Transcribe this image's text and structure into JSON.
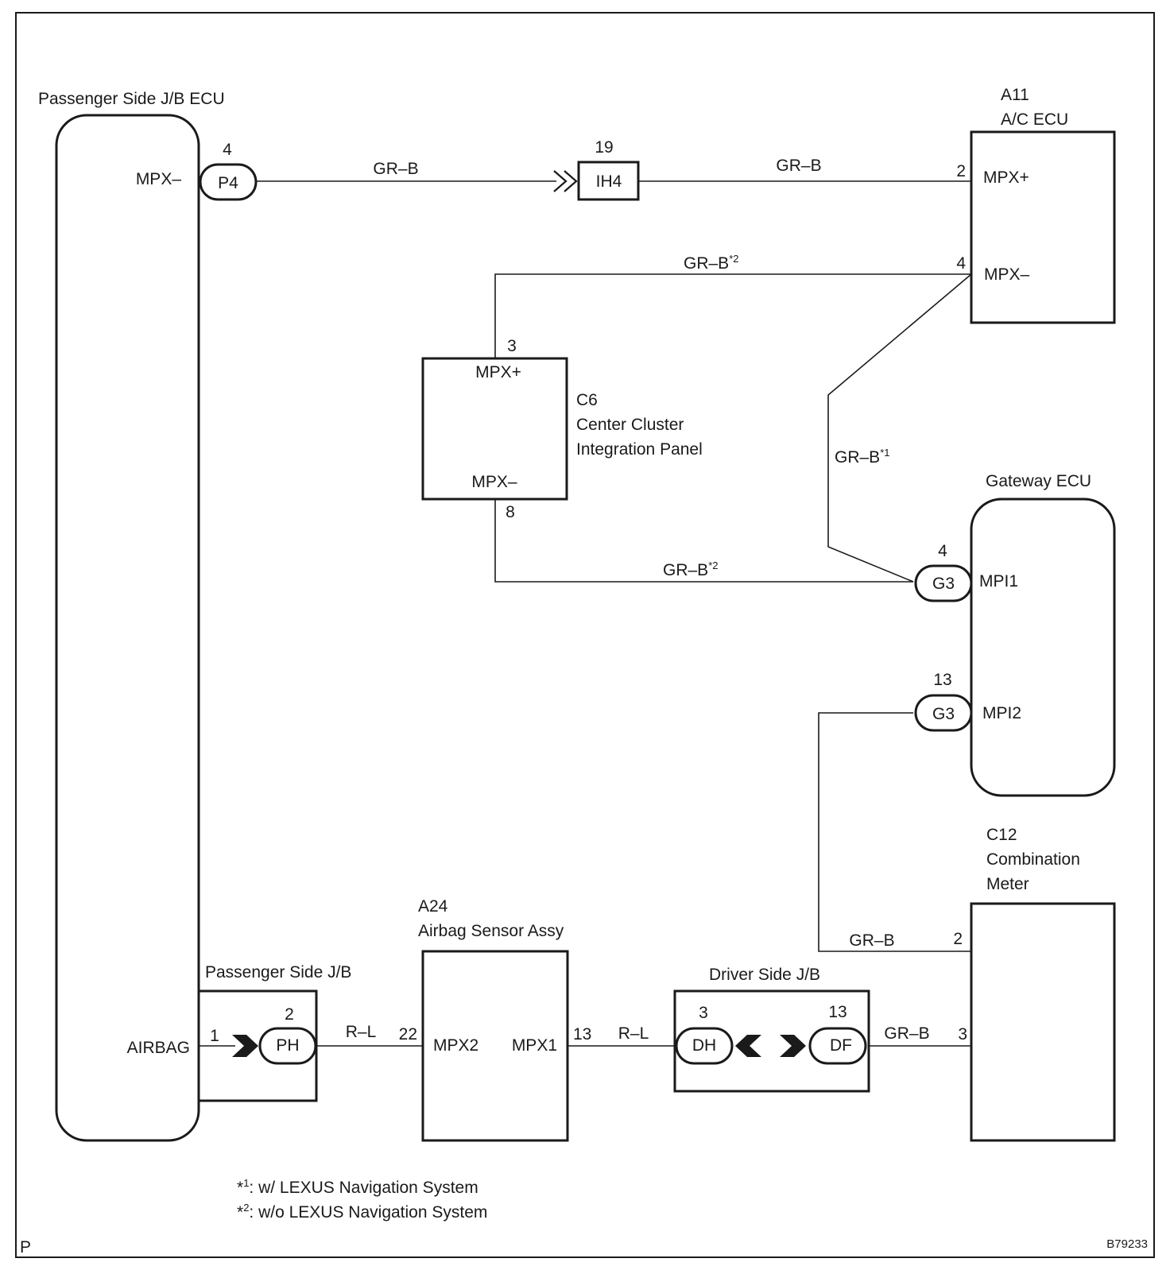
{
  "components": {
    "passenger_jb_ecu": {
      "name": "Passenger Side J/B ECU",
      "mpx_minus": "MPX–",
      "airbag": "AIRBAG"
    },
    "ac_ecu": {
      "code": "A11",
      "name": "A/C ECU",
      "mpx_plus": "MPX+",
      "mpx_minus": "MPX–",
      "pin_mpx_plus": "2",
      "pin_mpx_minus": "4"
    },
    "center_cluster": {
      "code": "C6",
      "name_line1": "Center Cluster",
      "name_line2": "Integration Panel",
      "mpx_plus": "MPX+",
      "mpx_minus": "MPX–",
      "pin_top": "3",
      "pin_bottom": "8"
    },
    "gateway_ecu": {
      "name": "Gateway ECU",
      "mpi1": "MPI1",
      "mpi2": "MPI2"
    },
    "combination_meter": {
      "code": "C12",
      "name_line1": "Combination",
      "name_line2": "Meter",
      "pin_top": "2",
      "pin_bottom": "3"
    },
    "airbag_sensor": {
      "code": "A24",
      "name": "Airbag Sensor Assy",
      "mpx2": "MPX2",
      "mpx1": "MPX1",
      "pin_left": "22",
      "pin_right": "13"
    },
    "passenger_jb": {
      "name": "Passenger Side J/B"
    },
    "driver_jb": {
      "name": "Driver Side J/B"
    }
  },
  "connectors": {
    "p4": {
      "label": "P4",
      "pin": "4"
    },
    "ih4": {
      "label": "IH4",
      "pin": "19"
    },
    "g3_top": {
      "label": "G3",
      "pin": "4"
    },
    "g3_bottom": {
      "label": "G3",
      "pin": "13"
    },
    "ph": {
      "label": "PH",
      "pin": "2",
      "pin_in": "1"
    },
    "dh": {
      "label": "DH",
      "pin": "3"
    },
    "df": {
      "label": "DF",
      "pin": "13"
    }
  },
  "wires": {
    "p4_ih4": "GR–B",
    "ih4_ac": "GR–B",
    "ac_cluster": "GR–B",
    "ac_cluster_sup": "*2",
    "ac_gateway": "GR–B",
    "ac_gateway_sup": "*1",
    "cluster_gateway": "GR–B",
    "cluster_gateway_sup": "*2",
    "gateway_meter": "GR–B",
    "ph_airbag": "R–L",
    "airbag_dh": "R–L",
    "df_meter": "GR–B"
  },
  "notes": {
    "note1_mark": "*",
    "note1_sup": "1",
    "note1_text": ": w/ LEXUS Navigation System",
    "note2_mark": "*",
    "note2_sup": "2",
    "note2_text": ": w/o LEXUS Navigation System"
  },
  "corner_left": "P",
  "figure_id": "B79233"
}
